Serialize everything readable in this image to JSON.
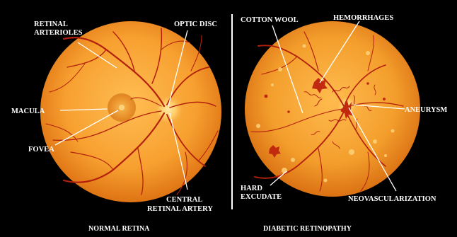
{
  "normal_retina": {
    "caption": "NORMAL RETINA",
    "labels": {
      "retinal_arterioles": [
        "RETINAL",
        "ARTERIOLES"
      ],
      "optic_disc": "OPTIC DISC",
      "macula": "MACULA",
      "fovea": "FOVEA",
      "central_retinal_artery": [
        "CENTRAL",
        "RETINAL ARTERY"
      ]
    }
  },
  "diabetic_retinopathy": {
    "caption": "DIABETIC RETINOPATHY",
    "labels": {
      "cotton_wool": "COTTON WOOL",
      "hemorrhages": "HEMORRHAGES",
      "aneurysm": "ANEURYSM",
      "hard_excudate": [
        "HARD",
        "EXCUDATE"
      ],
      "neovascularization": "NEOVASCULARIZATION"
    }
  },
  "colors": {
    "background": "#000000",
    "retina_light": "#f7a636",
    "retina_dark": "#de6e0f",
    "vessel": "#b3200c",
    "label_text": "#ffffff"
  }
}
